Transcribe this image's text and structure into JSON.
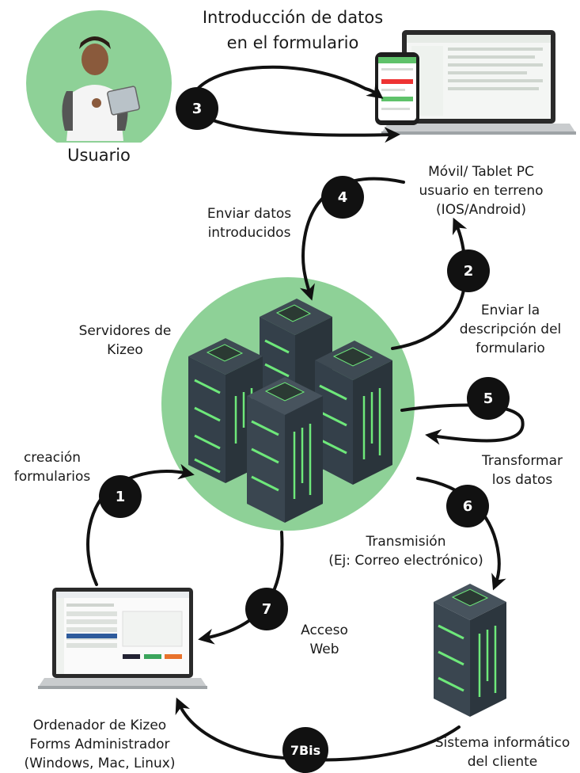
{
  "title": {
    "line1": "Introducción de datos",
    "line2": "en el formulario"
  },
  "user_label": "Usuario",
  "mobile_label": {
    "line1": "Móvil/ Tablet PC",
    "line2": "usuario en terreno",
    "line3": "(IOS/Android)"
  },
  "send_data_label": {
    "line1": "Enviar datos",
    "line2": "introducidos"
  },
  "send_description_label": {
    "line1": "Enviar la",
    "line2": "descripción del",
    "line3": "formulario"
  },
  "servers_label": {
    "line1": "Servidores de",
    "line2": "Kizeo"
  },
  "transform_label": {
    "line1": "Transformar",
    "line2": "los datos"
  },
  "creation_label": {
    "line1": "creación",
    "line2": "formularios"
  },
  "transmission_label": {
    "line1": "Transmisión",
    "line2": "(Ej: Correo electrónico)"
  },
  "web_access_label": {
    "line1": "Acceso",
    "line2": "Web"
  },
  "admin_computer_label": {
    "line1": "Ordenador de Kizeo",
    "line2": "Forms Administrador",
    "line3": "(Windows, Mac, Linux)"
  },
  "client_system_label": {
    "line1": "Sistema informático",
    "line2": "del cliente"
  },
  "steps": {
    "s1": "1",
    "s2": "2",
    "s3": "3",
    "s4": "4",
    "s5": "5",
    "s6": "6",
    "s7": "7",
    "s7bis": "7Bis"
  },
  "colors": {
    "green_circle": "#8ed197",
    "server_dark": "#34404a",
    "server_light": "#47535d",
    "server_accent": "#6ee87a",
    "arrow": "#111111"
  },
  "icons": {
    "user": "person-with-tablet-icon",
    "devices": "laptop-and-phone-icon",
    "servers": "server-cluster-icon",
    "admin": "admin-laptop-icon",
    "client": "client-server-icon"
  }
}
